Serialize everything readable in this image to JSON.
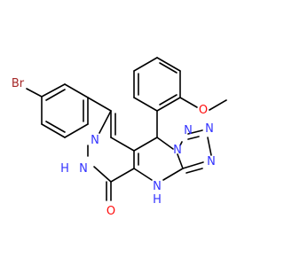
{
  "molecule": {
    "colors": {
      "bond": "#000000",
      "N": "#3333ff",
      "O": "#ff0d0d",
      "Br": "#a62929",
      "C": "#000000"
    },
    "atoms": {
      "Br": "Br",
      "O_methoxy": "O",
      "N_pyridazine": "N",
      "NH_pyridazine": "N",
      "H_pyridazine": "H",
      "NH_pyrimidine": "N",
      "H_pyrimidine": "H",
      "O_carbonyl": "O",
      "N1_tetrazole": "N",
      "N2_tetrazole": "N",
      "N3_tetrazole": "N",
      "N4_tetrazole": "N"
    }
  }
}
